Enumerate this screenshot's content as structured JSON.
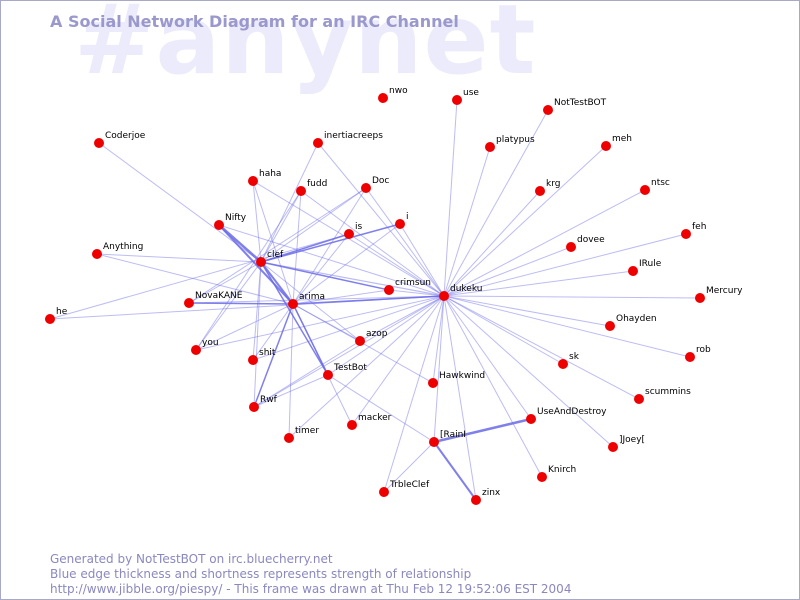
{
  "header": {
    "watermark": "#anynet",
    "title": "A Social Network Diagram for an IRC Channel"
  },
  "colors": {
    "node": "#ee0000",
    "edge": "#6a6ae8",
    "title": "#9a98cc",
    "watermark": "#ecebfb"
  },
  "graph": {
    "nodes": [
      {
        "id": "nwo",
        "label": "nwo"
      },
      {
        "id": "use",
        "label": "use"
      },
      {
        "id": "NotTestBOT",
        "label": "NotTestBOT"
      },
      {
        "id": "Coderjoe",
        "label": "Coderjoe"
      },
      {
        "id": "inertiacreeps",
        "label": "inertiacreeps"
      },
      {
        "id": "platypus",
        "label": "platypus"
      },
      {
        "id": "meh",
        "label": "meh"
      },
      {
        "id": "haha",
        "label": "haha"
      },
      {
        "id": "fudd",
        "label": "fudd"
      },
      {
        "id": "Doc",
        "label": "Doc"
      },
      {
        "id": "krg",
        "label": "krg"
      },
      {
        "id": "ntsc",
        "label": "ntsc"
      },
      {
        "id": "Nifty",
        "label": "Nifty"
      },
      {
        "id": "is",
        "label": "is"
      },
      {
        "id": "i",
        "label": "i"
      },
      {
        "id": "feh",
        "label": "feh"
      },
      {
        "id": "Anything",
        "label": "Anything"
      },
      {
        "id": "clef",
        "label": "clef"
      },
      {
        "id": "dovee",
        "label": "dovee"
      },
      {
        "id": "IRule",
        "label": "IRule"
      },
      {
        "id": "crimsun",
        "label": "crimsun"
      },
      {
        "id": "dukeku",
        "label": "dukeku"
      },
      {
        "id": "Mercury",
        "label": "Mercury"
      },
      {
        "id": "NovaKANE",
        "label": "NovaKANE"
      },
      {
        "id": "arima",
        "label": "arima"
      },
      {
        "id": "he",
        "label": "he"
      },
      {
        "id": "Ohayden",
        "label": "Ohayden"
      },
      {
        "id": "azop",
        "label": "azop"
      },
      {
        "id": "you",
        "label": "you"
      },
      {
        "id": "shit",
        "label": "shit"
      },
      {
        "id": "rob",
        "label": "rob"
      },
      {
        "id": "sk",
        "label": "sk"
      },
      {
        "id": "TestBot",
        "label": "TestBot"
      },
      {
        "id": "Hawkwind",
        "label": "Hawkwind"
      },
      {
        "id": "scummins",
        "label": "scummins"
      },
      {
        "id": "Rwf",
        "label": "Rwf"
      },
      {
        "id": "UseAndDestroy",
        "label": "UseAndDestroy"
      },
      {
        "id": "macker",
        "label": "macker"
      },
      {
        "id": "timer",
        "label": "timer"
      },
      {
        "id": "IRainI",
        "label": "[RainI"
      },
      {
        "id": "JoeyJ",
        "label": "]Joey["
      },
      {
        "id": "Knirch",
        "label": "Knirch"
      },
      {
        "id": "TrbleClef",
        "label": "TrbleClef"
      },
      {
        "id": "zinx",
        "label": "zinx"
      }
    ],
    "edges": [
      {
        "a": "dukeku",
        "b": "use",
        "w": 1
      },
      {
        "a": "dukeku",
        "b": "NotTestBOT",
        "w": 1
      },
      {
        "a": "dukeku",
        "b": "platypus",
        "w": 1
      },
      {
        "a": "dukeku",
        "b": "meh",
        "w": 1
      },
      {
        "a": "dukeku",
        "b": "krg",
        "w": 1
      },
      {
        "a": "dukeku",
        "b": "ntsc",
        "w": 1
      },
      {
        "a": "dukeku",
        "b": "feh",
        "w": 1
      },
      {
        "a": "dukeku",
        "b": "dovee",
        "w": 1
      },
      {
        "a": "dukeku",
        "b": "IRule",
        "w": 1
      },
      {
        "a": "dukeku",
        "b": "Mercury",
        "w": 1
      },
      {
        "a": "dukeku",
        "b": "Ohayden",
        "w": 1
      },
      {
        "a": "dukeku",
        "b": "rob",
        "w": 1
      },
      {
        "a": "dukeku",
        "b": "sk",
        "w": 1
      },
      {
        "a": "dukeku",
        "b": "scummins",
        "w": 1
      },
      {
        "a": "dukeku",
        "b": "UseAndDestroy",
        "w": 1
      },
      {
        "a": "dukeku",
        "b": "JoeyJ",
        "w": 1
      },
      {
        "a": "dukeku",
        "b": "Knirch",
        "w": 1
      },
      {
        "a": "dukeku",
        "b": "zinx",
        "w": 1
      },
      {
        "a": "dukeku",
        "b": "TrbleClef",
        "w": 1
      },
      {
        "a": "dukeku",
        "b": "IRainI",
        "w": 1
      },
      {
        "a": "dukeku",
        "b": "macker",
        "w": 1
      },
      {
        "a": "dukeku",
        "b": "Hawkwind",
        "w": 1
      },
      {
        "a": "dukeku",
        "b": "TestBot",
        "w": 1
      },
      {
        "a": "dukeku",
        "b": "azop",
        "w": 1
      },
      {
        "a": "dukeku",
        "b": "timer",
        "w": 1
      },
      {
        "a": "dukeku",
        "b": "Rwf",
        "w": 1
      },
      {
        "a": "dukeku",
        "b": "shit",
        "w": 1
      },
      {
        "a": "dukeku",
        "b": "you",
        "w": 1
      },
      {
        "a": "dukeku",
        "b": "NovaKANE",
        "w": 1
      },
      {
        "a": "dukeku",
        "b": "arima",
        "w": 1.6
      },
      {
        "a": "dukeku",
        "b": "clef",
        "w": 1.2
      },
      {
        "a": "dukeku",
        "b": "crimsun",
        "w": 1
      },
      {
        "a": "dukeku",
        "b": "i",
        "w": 1
      },
      {
        "a": "dukeku",
        "b": "is",
        "w": 1
      },
      {
        "a": "dukeku",
        "b": "Doc",
        "w": 1
      },
      {
        "a": "dukeku",
        "b": "fudd",
        "w": 1
      },
      {
        "a": "dukeku",
        "b": "inertiacreeps",
        "w": 1
      },
      {
        "a": "dukeku",
        "b": "haha",
        "w": 1
      },
      {
        "a": "dukeku",
        "b": "Nifty",
        "w": 1
      },
      {
        "a": "dukeku",
        "b": "he",
        "w": 1
      },
      {
        "a": "clef",
        "b": "Coderjoe",
        "w": 1
      },
      {
        "a": "clef",
        "b": "Anything",
        "w": 1
      },
      {
        "a": "clef",
        "b": "Nifty",
        "w": 2.5
      },
      {
        "a": "clef",
        "b": "haha",
        "w": 1
      },
      {
        "a": "clef",
        "b": "fudd",
        "w": 1
      },
      {
        "a": "clef",
        "b": "Doc",
        "w": 1
      },
      {
        "a": "clef",
        "b": "is",
        "w": 1.5
      },
      {
        "a": "clef",
        "b": "i",
        "w": 1.5
      },
      {
        "a": "clef",
        "b": "crimsun",
        "w": 1.5
      },
      {
        "a": "clef",
        "b": "arima",
        "w": 2
      },
      {
        "a": "clef",
        "b": "NovaKANE",
        "w": 1
      },
      {
        "a": "clef",
        "b": "you",
        "w": 1
      },
      {
        "a": "clef",
        "b": "shit",
        "w": 1
      },
      {
        "a": "clef",
        "b": "TestBot",
        "w": 1.5
      },
      {
        "a": "clef",
        "b": "Rwf",
        "w": 1
      },
      {
        "a": "clef",
        "b": "azop",
        "w": 1
      },
      {
        "a": "clef",
        "b": "inertiacreeps",
        "w": 1
      },
      {
        "a": "arima",
        "b": "Nifty",
        "w": 2
      },
      {
        "a": "arima",
        "b": "haha",
        "w": 1
      },
      {
        "a": "arima",
        "b": "fudd",
        "w": 1
      },
      {
        "a": "arima",
        "b": "Doc",
        "w": 1
      },
      {
        "a": "arima",
        "b": "is",
        "w": 1
      },
      {
        "a": "arima",
        "b": "i",
        "w": 1
      },
      {
        "a": "arima",
        "b": "Anything",
        "w": 1
      },
      {
        "a": "arima",
        "b": "NovaKANE",
        "w": 1.5
      },
      {
        "a": "arima",
        "b": "you",
        "w": 1
      },
      {
        "a": "arima",
        "b": "shit",
        "w": 1
      },
      {
        "a": "arima",
        "b": "Rwf",
        "w": 1.5
      },
      {
        "a": "arima",
        "b": "timer",
        "w": 1
      },
      {
        "a": "arima",
        "b": "macker",
        "w": 1
      },
      {
        "a": "arima",
        "b": "TestBot",
        "w": 1.5
      },
      {
        "a": "arima",
        "b": "azop",
        "w": 1
      },
      {
        "a": "arima",
        "b": "Hawkwind",
        "w": 1
      },
      {
        "a": "arima",
        "b": "crimsun",
        "w": 1
      },
      {
        "a": "TestBot",
        "b": "IRainI",
        "w": 1
      },
      {
        "a": "IRainI",
        "b": "UseAndDestroy",
        "w": 2.5
      },
      {
        "a": "IRainI",
        "b": "zinx",
        "w": 2
      },
      {
        "a": "IRainI",
        "b": "TrbleClef",
        "w": 1
      },
      {
        "a": "he",
        "b": "is",
        "w": 1
      },
      {
        "a": "Rwf",
        "b": "TestBot",
        "w": 1
      },
      {
        "a": "azop",
        "b": "Rwf",
        "w": 1
      },
      {
        "a": "fudd",
        "b": "you",
        "w": 1
      },
      {
        "a": "Doc",
        "b": "NovaKANE",
        "w": 1
      }
    ]
  },
  "footer": {
    "line1": "Generated by NotTestBOT on irc.bluecherry.net",
    "line2": "Blue edge thickness and shortness represents strength of relationship",
    "line3": "http://www.jibble.org/piespy/ - This frame was drawn at Thu Feb 12 19:52:06 EST 2004"
  }
}
